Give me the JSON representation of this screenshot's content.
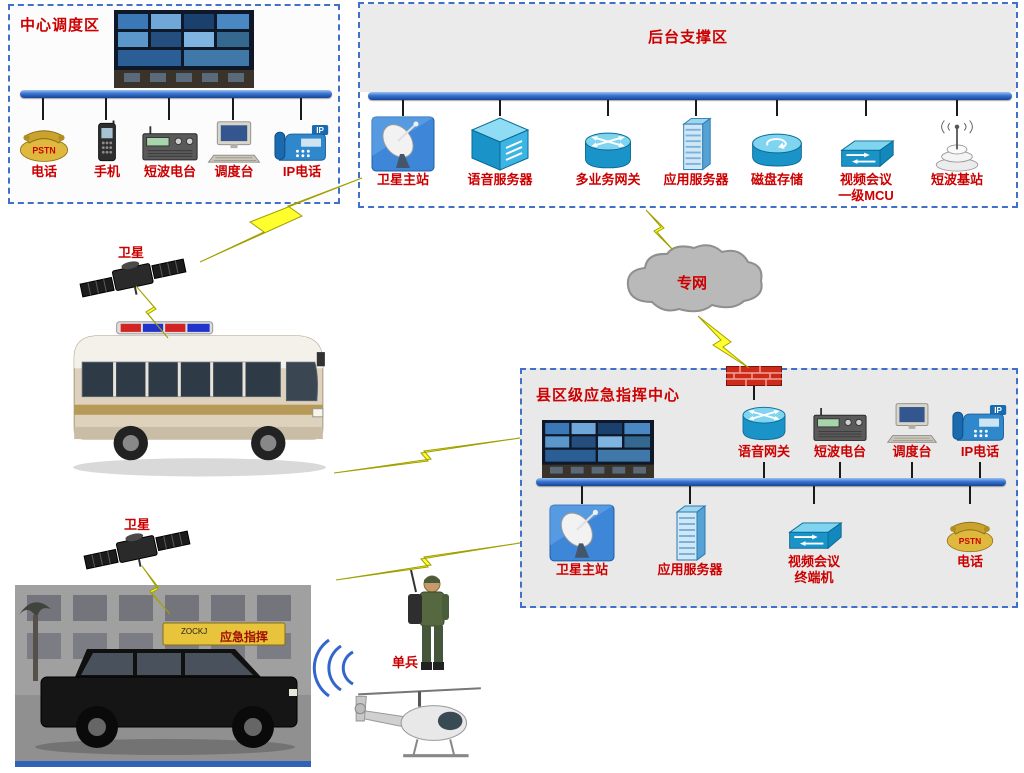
{
  "diagram": {
    "zone_center": {
      "title": "中心调度区",
      "devices": [
        {
          "label": "电话"
        },
        {
          "label": "手机"
        },
        {
          "label": "短波电台"
        },
        {
          "label": "调度台"
        },
        {
          "label": "IP电话"
        }
      ]
    },
    "zone_backend": {
      "title": "后台支撑区",
      "devices": [
        {
          "label": "卫星主站"
        },
        {
          "label": "语音服务器"
        },
        {
          "label": "多业务网关"
        },
        {
          "label": "应用服务器"
        },
        {
          "label": "磁盘存储"
        },
        {
          "label": "视频会议",
          "label2": "一级MCU"
        },
        {
          "label": "短波基站"
        }
      ]
    },
    "zone_county": {
      "title": "县区级应急指挥中心",
      "top_devices": [
        {
          "label": "语音网关"
        },
        {
          "label": "短波电台"
        },
        {
          "label": "调度台"
        },
        {
          "label": "IP电话"
        }
      ],
      "bottom_devices": [
        {
          "label": "卫星主站"
        },
        {
          "label": "应用服务器"
        },
        {
          "label": "视频会议",
          "label2": "终端机"
        },
        {
          "label": "电话"
        }
      ]
    },
    "satellite1_label": "卫星",
    "satellite2_label": "卫星",
    "cloud_label": "专网",
    "soldier_label": "单兵",
    "suv_sign_brand": "ZOCKJ",
    "suv_sign_text": "应急指挥",
    "pstn_text": "PSTN",
    "ip_text": "IP",
    "colors": {
      "label_red": "#cc0000",
      "bus_blue": "#3a74d0",
      "border_blue": "#4070c8",
      "device_cyan": "#1a94c8",
      "lightning_yellow": "#ffff2e"
    }
  }
}
